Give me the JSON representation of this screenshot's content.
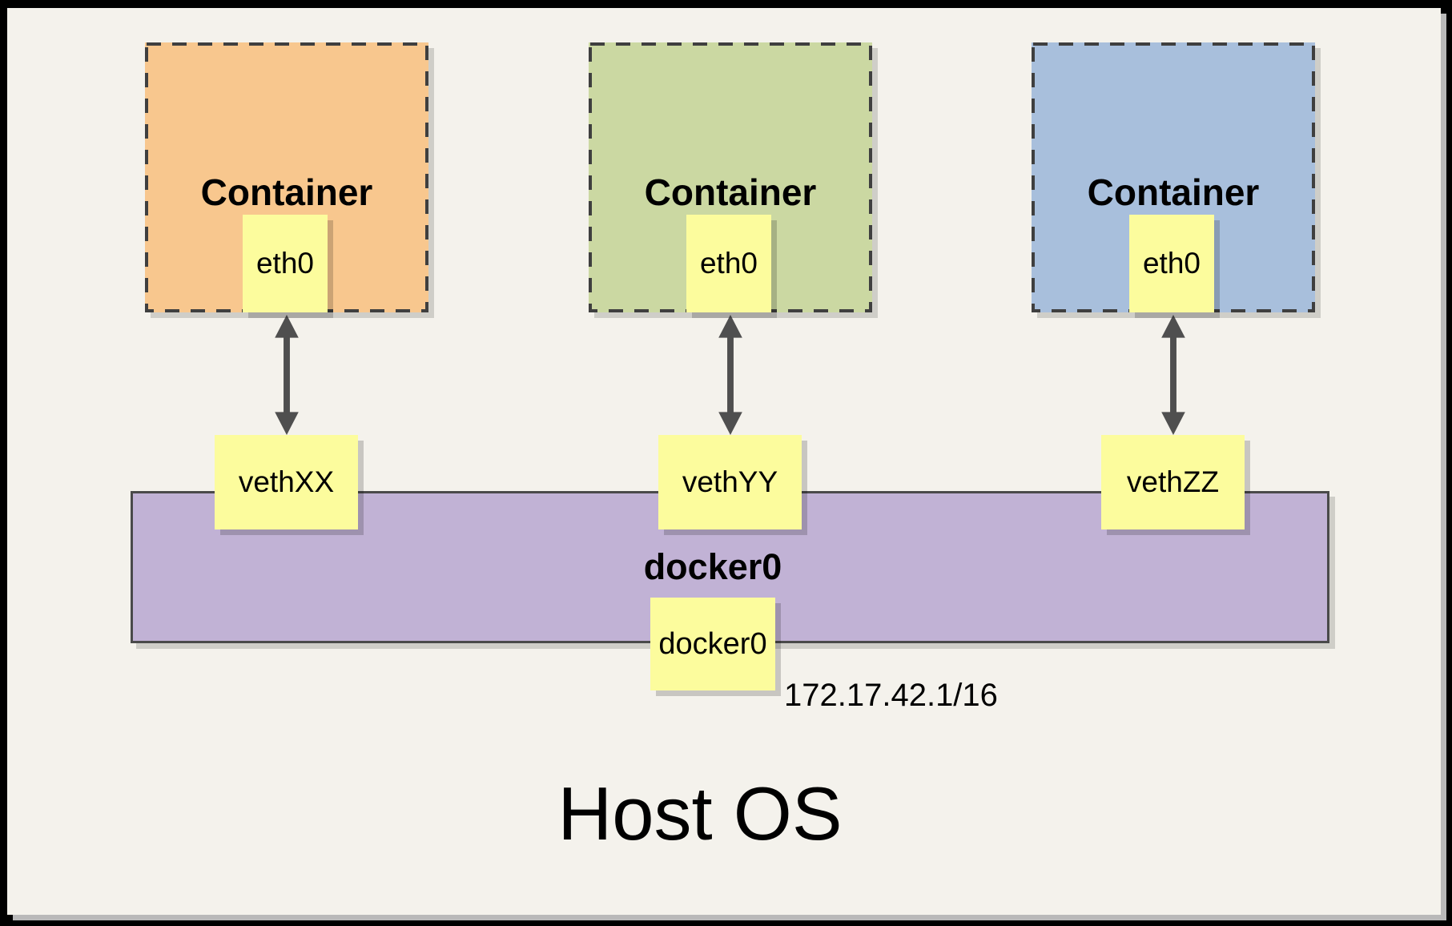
{
  "containers": [
    {
      "title": "Container",
      "interface": "eth0",
      "fill": "#F8C78E"
    },
    {
      "title": "Container",
      "interface": "eth0",
      "fill": "#CBD8A2"
    },
    {
      "title": "Container",
      "interface": "eth0",
      "fill": "#A8BFDC"
    }
  ],
  "veth_interfaces": [
    {
      "label": "vethXX"
    },
    {
      "label": "vethYY"
    },
    {
      "label": "vethZZ"
    }
  ],
  "bridge": {
    "name": "docker0",
    "interface_label": "docker0",
    "ip": "172.17.42.1/16",
    "fill": "#C1B2D5"
  },
  "host_label": "Host OS",
  "colors": {
    "interface_box_fill": "#FCFC9D",
    "slide_background": "#F4F2EC",
    "arrow": "#4F4F4F",
    "dashed_border": "#3F3F3F",
    "bar_border": "#4A4A4A",
    "frame": "#000000"
  }
}
